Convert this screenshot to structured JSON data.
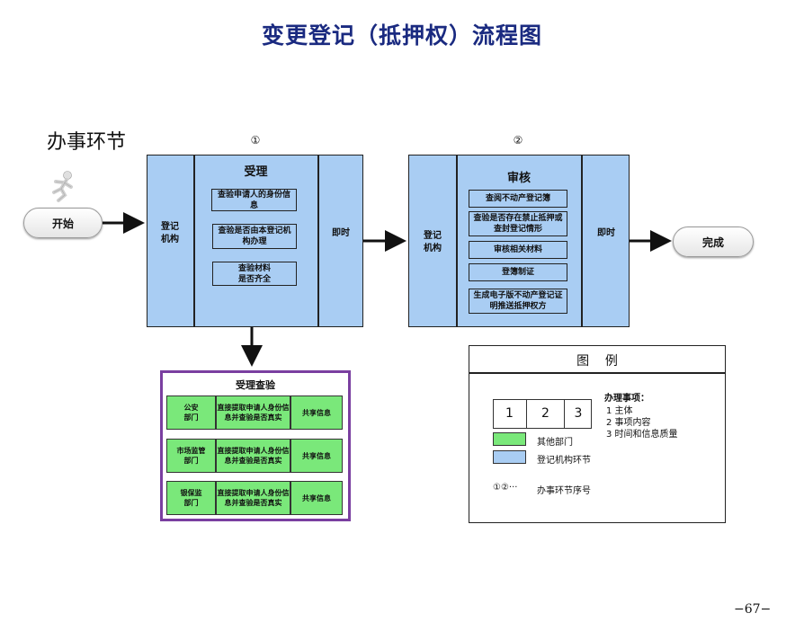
{
  "title": "变更登记（抵押权）流程图",
  "section_label": "办事环节",
  "steps": [
    {
      "number": "①",
      "side_left": "登记\n机构",
      "side_right": "即时",
      "heading": "受理",
      "items": [
        "查验申请人的身份信息",
        "查验是否由本登记机构办理",
        "查验材料\n是否齐全"
      ]
    },
    {
      "number": "②",
      "side_left": "登记\n机构",
      "side_right": "即时",
      "heading": "审核",
      "items": [
        "查阅不动产登记簿",
        "查验是否存在禁止抵押或查封登记情形",
        "审核相关材料",
        "登簿制证",
        "生成电子版不动产登记证明推送抵押权方"
      ]
    }
  ],
  "start_label": "开始",
  "end_label": "完成",
  "check_panel": {
    "heading": "受理查验",
    "rows": [
      {
        "dept": "公安\n部门",
        "action": "直接提取申请人身份信息并查验是否真实",
        "result": "共享信息"
      },
      {
        "dept": "市场监管\n部门",
        "action": "直接提取申请人身份信息并查验是否真实",
        "result": "共享信息"
      },
      {
        "dept": "银保监\n部门",
        "action": "直接提取申请人身份信息并查验是否真实",
        "result": "共享信息"
      }
    ]
  },
  "legend": {
    "title": "图    例",
    "cells": [
      "1",
      "2",
      "3"
    ],
    "items_heading": "办理事项：",
    "items": [
      "1 主体",
      "2 事项内容",
      "3 时间和信息质量"
    ],
    "other_dept": "其他部门",
    "registry": "登记机构环节",
    "seq_symbol": "①②···",
    "seq_label": "办事环节序号",
    "colors": {
      "other_dept": "#7ae87a",
      "registry": "#a9cdf3"
    }
  },
  "page_number": "−67−"
}
